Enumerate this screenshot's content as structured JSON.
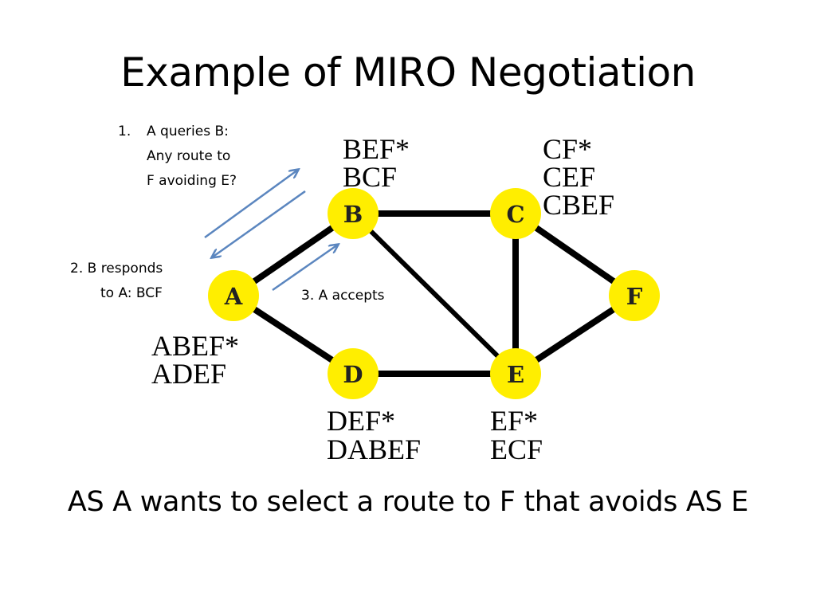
{
  "title": "Example of MIRO Negotiation",
  "caption": "AS A wants to select a route to F that avoids AS E",
  "steps": {
    "step1": {
      "number": "1.",
      "line1": "A queries B:",
      "line2": "Any route to",
      "line3": "F avoiding E?"
    },
    "step2": {
      "line1": "2. B responds",
      "line2": "to A: BCF"
    },
    "step3": {
      "text": "3. A accepts"
    }
  },
  "nodes": {
    "A": {
      "label": "A",
      "routes": [
        "ABEF*",
        "ADEF"
      ]
    },
    "B": {
      "label": "B",
      "routes": [
        "BEF*",
        "BCF"
      ]
    },
    "C": {
      "label": "C",
      "routes": [
        "CF*",
        "CEF",
        "CBEF"
      ]
    },
    "D": {
      "label": "D",
      "routes": [
        "DEF*",
        "DABEF"
      ]
    },
    "E": {
      "label": "E",
      "routes": [
        "EF*",
        "ECF"
      ]
    },
    "F": {
      "label": "F",
      "routes": []
    }
  },
  "edges": [
    [
      "A",
      "B"
    ],
    [
      "A",
      "D"
    ],
    [
      "B",
      "C"
    ],
    [
      "B",
      "E"
    ],
    [
      "C",
      "E"
    ],
    [
      "C",
      "F"
    ],
    [
      "D",
      "E"
    ],
    [
      "E",
      "F"
    ]
  ],
  "colors": {
    "node_fill": "#ffee00",
    "edge": "#000000",
    "arrow": "#5b86bf"
  }
}
